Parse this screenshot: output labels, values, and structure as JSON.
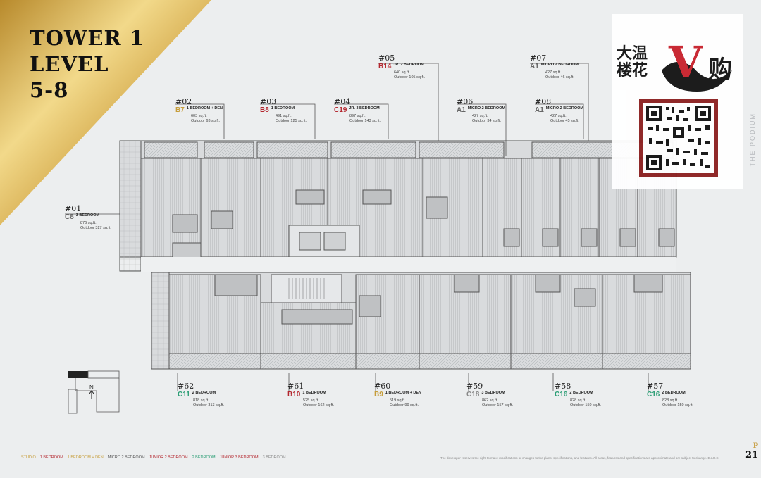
{
  "heading": {
    "line1": "TOWER 1",
    "line2": "LEVEL",
    "line3": "5-8"
  },
  "side_label": "THE PODIUM",
  "watermark": {
    "line1": "大温",
    "line2": "楼花",
    "logo_letter": "V",
    "logo_char": "购"
  },
  "units_top": [
    {
      "num": "#05",
      "code": "B14",
      "type": "JR. 2 BEDROOM",
      "area": "640 sq.ft.",
      "outdoor": "Outdoor 105 sq.ft.",
      "color": "#b3262e"
    },
    {
      "num": "#07",
      "code": "A1",
      "type": "MICRO 2 BEDROOM",
      "area": "427 sq.ft.",
      "outdoor": "Outdoor 46 sq.ft.",
      "color": "#666666"
    },
    {
      "num": "#02",
      "code": "B7",
      "type": "1 BEDROOM + DEN",
      "area": "603 sq.ft.",
      "outdoor": "Outdoor 63 sq.ft.",
      "color": "#c69d3a"
    },
    {
      "num": "#03",
      "code": "B8",
      "type": "1 BEDROOM",
      "area": "491 sq.ft.",
      "outdoor": "Outdoor 125 sq.ft.",
      "color": "#b3262e"
    },
    {
      "num": "#04",
      "code": "C19",
      "type": "JR. 3 BEDROOM",
      "area": "897 sq.ft.",
      "outdoor": "Outdoor 143 sq.ft.",
      "color": "#b3262e"
    },
    {
      "num": "#06",
      "code": "A1",
      "type": "MICRO 2 BEDROOM",
      "area": "427 sq.ft.",
      "outdoor": "Outdoor 34 sq.ft.",
      "color": "#666666"
    },
    {
      "num": "#08",
      "code": "A1",
      "type": "MICRO 2 BEDROOM",
      "area": "427 sq.ft.",
      "outdoor": "Outdoor 45 sq.ft.",
      "color": "#666666"
    },
    {
      "num": "#01",
      "code": "C8",
      "type": "3 BEDROOM",
      "area": "876 sq.ft.",
      "outdoor": "Outdoor 327 sq.ft.",
      "color": "#666666"
    }
  ],
  "units_bottom": [
    {
      "num": "#62",
      "code": "C11",
      "type": "2 BEDROOM",
      "area": "818 sq.ft.",
      "outdoor": "Outdoor 313 sq.ft.",
      "color": "#2a9d74"
    },
    {
      "num": "#61",
      "code": "B10",
      "type": "1 BEDROOM",
      "area": "525 sq.ft.",
      "outdoor": "Outdoor 162 sq.ft.",
      "color": "#b3262e"
    },
    {
      "num": "#60",
      "code": "B9",
      "type": "1 BEDROOM + DEN",
      "area": "519 sq.ft.",
      "outdoor": "Outdoor 99 sq.ft.",
      "color": "#c69d3a"
    },
    {
      "num": "#59",
      "code": "C18",
      "type": "3 BEDROOM",
      "area": "862 sq.ft.",
      "outdoor": "Outdoor 157 sq.ft.",
      "color": "#666666"
    },
    {
      "num": "#58",
      "code": "C16",
      "type": "2 BEDROOM",
      "area": "828 sq.ft.",
      "outdoor": "Outdoor 150 sq.ft.",
      "color": "#2a9d74"
    },
    {
      "num": "#57",
      "code": "C16",
      "type": "2 BEDROOM",
      "area": "828 sq.ft.",
      "outdoor": "Outdoor 150 sq.ft.",
      "color": "#2a9d74"
    }
  ],
  "compass": {
    "north": "N"
  },
  "legend": [
    {
      "label": "STUDIO",
      "color": "#c69d3a"
    },
    {
      "label": "1 BEDROOM",
      "color": "#b3262e"
    },
    {
      "label": "1 BEDROOM + DEN",
      "color": "#c69d3a"
    },
    {
      "label": "MICRO 2 BEDROOM",
      "color": "#555555"
    },
    {
      "label": "JUNIOR 2 BEDROOM",
      "color": "#b3262e"
    },
    {
      "label": "2 BEDROOM",
      "color": "#2a9d74"
    },
    {
      "label": "JUNIOR 3 BEDROOM",
      "color": "#b3262e"
    },
    {
      "label": "3 BEDROOM",
      "color": "#888888"
    }
  ],
  "footer_note": "The developer reserves the right to make modifications or changes to the plans, specifications, and features. All areas, features and specifications are approximate and are subject to change. E.&O.E.",
  "page": {
    "section": "P",
    "number": "21"
  },
  "colors": {
    "gold": "#d9b555",
    "background": "#eceeef",
    "line": "#555555"
  }
}
